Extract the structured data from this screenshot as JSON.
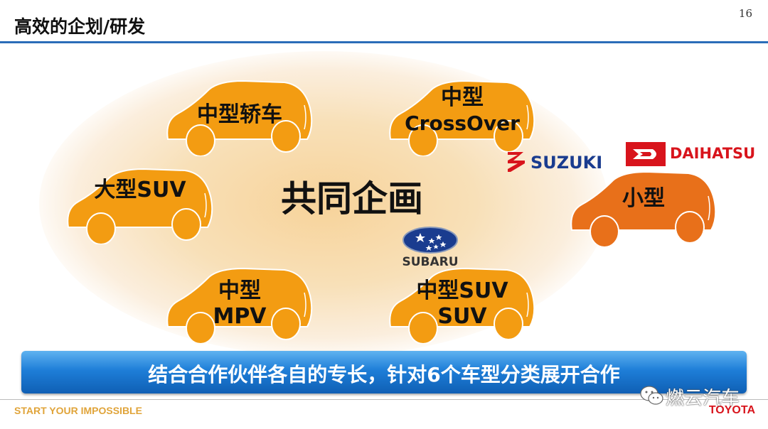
{
  "header": {
    "title": "高效的企划/研发",
    "page_number": "16"
  },
  "center_label": "共同企画",
  "cars": [
    {
      "line1": "中型轿车",
      "line2": "",
      "color": "#f39c12"
    },
    {
      "line1": "中型",
      "line2": "CrossOver",
      "color": "#f39c12"
    },
    {
      "line1": "大型SUV",
      "line2": "",
      "color": "#f39c12"
    },
    {
      "line1": "小型",
      "line2": "",
      "color": "#e8701a"
    },
    {
      "line1": "中型",
      "line2": "MPV",
      "color": "#f39c12"
    },
    {
      "line1": "中型SUV",
      "line2": "SUV",
      "color": "#f39c12"
    }
  ],
  "logos": {
    "suzuki": {
      "text": "SUZUKI",
      "icon": "suzuki-s-icon",
      "color": "#1a3c8f",
      "mark_color": "#d8141c"
    },
    "daihatsu": {
      "text": "DAIHATSU",
      "icon": "daihatsu-d-icon",
      "color": "#d8141c"
    },
    "subaru": {
      "text": "SUBARU",
      "icon": "subaru-stars-icon",
      "color": "#1a3c8f"
    }
  },
  "banner": {
    "text": "结合合作伙伴各自的专长，针对6个车型分类展开合作"
  },
  "footer": {
    "slogan": "START YOUR IMPOSSIBLE",
    "brand": "TOYOTA"
  },
  "watermark": {
    "text": "燃云汽车",
    "icon": "wechat-icon"
  }
}
